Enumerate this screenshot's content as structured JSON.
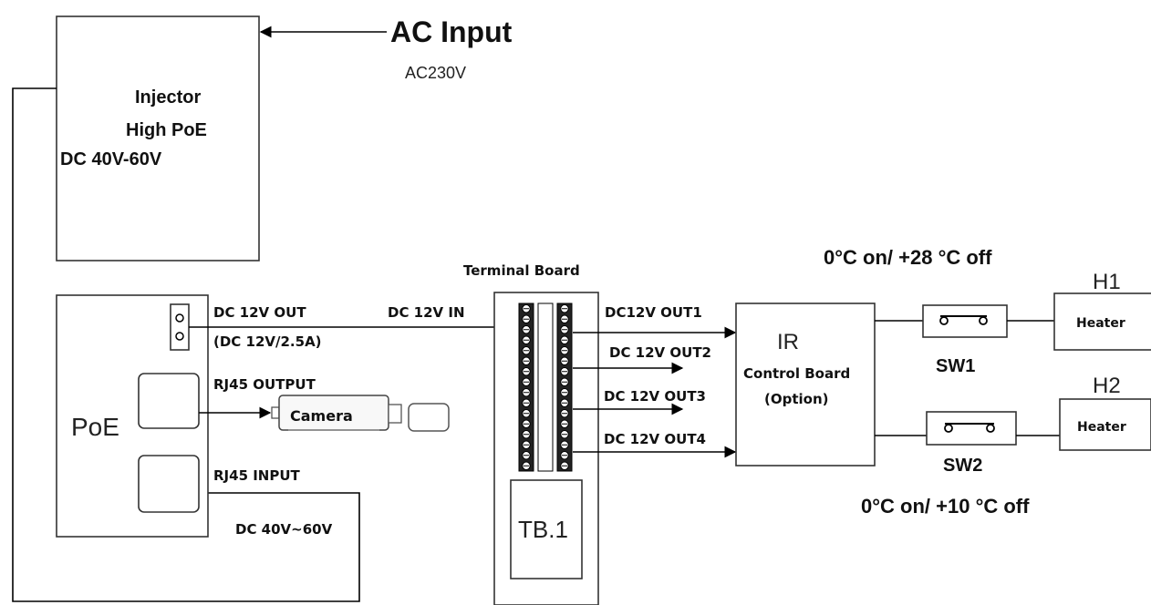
{
  "ac_input": {
    "title": "AC Input",
    "voltage": "AC230V"
  },
  "injector": {
    "line1": "Injector",
    "line2": "High PoE",
    "line3": "DC 40V-60V"
  },
  "poe": {
    "label": "PoE",
    "dc_out": "DC 12V OUT",
    "dc_out_rating": "(DC 12V/2.5A)",
    "rj45_output": "RJ45 OUTPUT",
    "rj45_input": "RJ45 INPUT",
    "dc_input": "DC 40V~60V"
  },
  "camera": {
    "label": "Camera"
  },
  "terminal_board": {
    "title": "Terminal Board",
    "dc_in": "DC 12V IN",
    "outputs": [
      "DC12V OUT1",
      "DC 12V OUT2",
      "DC 12V OUT3",
      "DC 12V OUT4"
    ],
    "tb_label": "TB.1"
  },
  "control_board": {
    "line1": "IR",
    "line2": "Control Board",
    "line3": "(Option)"
  },
  "switches": [
    {
      "label": "SW1",
      "setting": "0°C on/ +28 °C off"
    },
    {
      "label": "SW2",
      "setting": "0°C on/ +10 °C off"
    }
  ],
  "heaters": [
    {
      "id": "H1",
      "label": "Heater"
    },
    {
      "id": "H2",
      "label": "Heater"
    }
  ]
}
